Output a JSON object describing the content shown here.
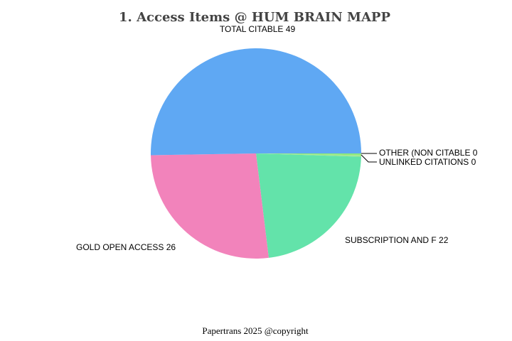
{
  "title": "1. Access Items @ HUM BRAIN MAPP",
  "footer": "Papertrans 2025 @copyright",
  "chart_data": {
    "type": "pie",
    "title": "1. Access Items @ HUM BRAIN MAPP",
    "categories": [
      "TOTAL CITABLE",
      "OTHER (NON CITABLE",
      "UNLINKED CITATIONS",
      "SUBSCRIPTION AND F",
      "GOLD OPEN ACCESS"
    ],
    "values": [
      49,
      0,
      0,
      22,
      26
    ],
    "colors": [
      "#5fa8f3",
      "#8ee87a",
      "#a0e890",
      "#63e3aa",
      "#f283bb"
    ],
    "labels": [
      "TOTAL CITABLE 49",
      "OTHER (NON CITABLE 0",
      "UNLINKED CITATIONS 0",
      "SUBSCRIPTION AND F 22",
      "GOLD OPEN ACCESS 26"
    ],
    "legend": "none (outside slice labels)",
    "center": [
      360,
      216
    ],
    "radius": 148
  }
}
